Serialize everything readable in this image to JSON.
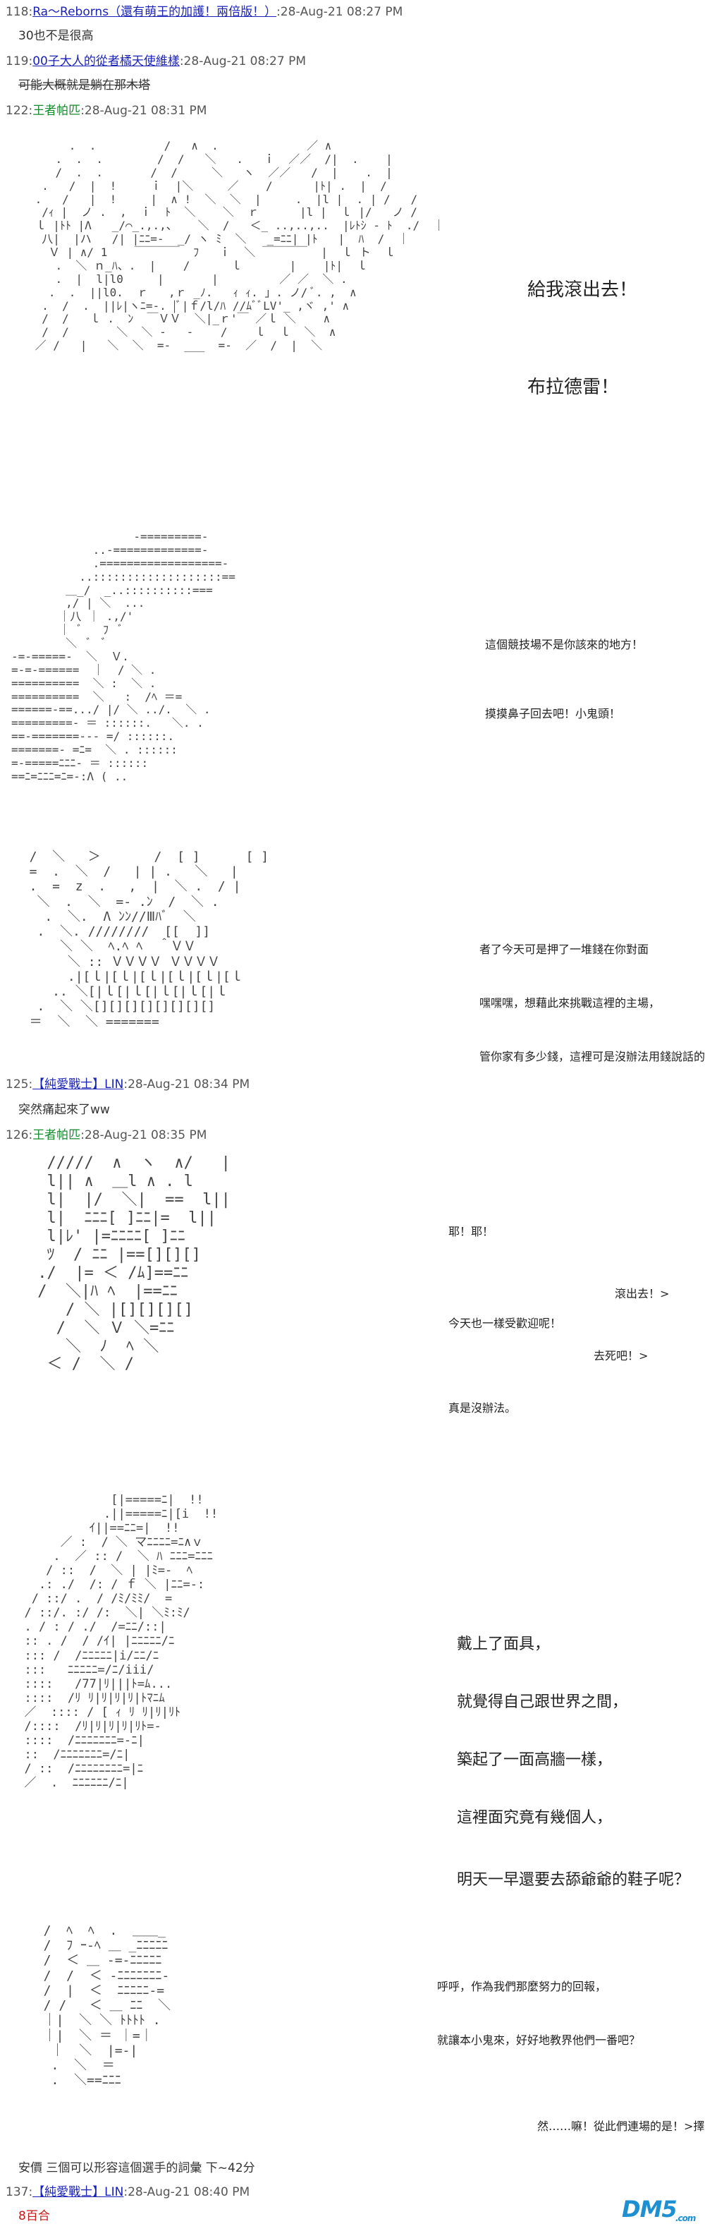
{
  "posts": [
    {
      "num": "118:",
      "user": "Ra～Reborns（還有萌王的加護！兩倍版！）",
      "ts": ":28-Aug-21 08:27 PM",
      "body": "30也不是很高"
    },
    {
      "num": "119:",
      "user": "00子大人的從者橘天使維樣",
      "ts": ":28-Aug-21 08:27 PM",
      "body": "可能大概就是躺在那木塔"
    },
    {
      "num": "122:",
      "user": "王者帕匹",
      "ts": ":28-Aug-21 08:31 PM"
    },
    {
      "num": "125:",
      "user": "【純愛戰士】LIN",
      "ts": ":28-Aug-21 08:34 PM",
      "body": "突然痛起來了ww"
    },
    {
      "num": "126:",
      "user": "王者帕匹",
      "ts": ":28-Aug-21 08:35 PM"
    },
    {
      "num": "137:",
      "user": "【純愛戰士】LIN",
      "ts": ":28-Aug-21 08:40 PM",
      "body": "8百合"
    }
  ],
  "interlude": "安價 三個可以形容這個選手的詞彙 下~42分",
  "dialogue": {
    "a1": "給我滾出去！",
    "a2": "布拉德雷！",
    "b1": "這個競技場不是你該來的地方！",
    "b2": "摸摸鼻子回去吧！小鬼頭！",
    "c1": "者了今天可是押了一堆錢在你對面",
    "c2": "嘿嘿嘿，想藉此來挑戰這裡的主場，",
    "c3": "管你家有多少錢，這裡可是沒辦法用錢說話的喔？",
    "d1": "耶！耶！",
    "d2": "滾出去！>",
    "d3": "今天也一樣受歡迎呢！",
    "d4": "去死吧！>",
    "d5": "真是沒辦法。",
    "e1": "戴上了面具，",
    "e2": "就覺得自己跟世界之間，",
    "e3": "築起了一面高牆一樣，",
    "e4": "這裡面究竟有幾個人，",
    "e5": "明天一早還要去舔爺爺的鞋子呢？",
    "f1": "呼呼，作為我們那麼努力的回報，",
    "f2": "就讓本小鬼來，好好地教界他們一番吧？",
    "f3": "然……嘛！從此們連場的是！>擇子"
  },
  "aa": {
    "one": "      .  .          /   ∧  .             ／ ∧\n    .  .  .        /  /   ＼   .   ｉ  ／／  /|  .    |\n    /  .  .       /  /     ＼   ヽ  ／／   /  |    .  |\n  .   /  |  !     ｉ  |＼     ／    /      |ﾄ| .  |  /\n .   /   |  !     |  ∧ !  ＼  ＼  |     .  |l |  . | /   /\n  /ｨ |  ノ .  ,  ｉ  ﾄ  ＼    ＼  ｒ      |l |  ｌ |/   ノ /\n ｌ |ﾄﾄ |Λ   _/⌒_.,.,、   ＼  /   ＜_ ..,..,..  |ﾚﾄｼ - ﾄ  ./  ｜\n  八|  |ハ   /| |ﾆﾆ=-  _/ ヽ ﾐ  ＼   _=ﾆﾆ| |ﾄ   |  ﾊ  /  ｜\n   Ｖ | ∧/ 1    ￣￣￣￣  ﾌ   ｉ  ＼ ￣￣￣￣  |  ｌ ト  ｌ\n    .  ＼ ｎ_ﾊ、.  |    /      ｌ       |    |ﾄ|  ｌ\n    .  |  l|l0     |       |         ／ ／  ＼ .\n   .  .  ||l0.  ｒ   ,ｒ _ﾉ.   ｨ ｨ. 」. ノ/ ﾞ. ,  ∧\n  .  /  .  ||ﾚ|ヽﾆ=-. |ﾞ|ｆ/l/ﾊ //ﾑﾞﾞLV'_ ,ヾ ,' ∧\n  /  /   ｌ .  ﾝ  ￣ＶＶ  ＼|_ｒ'￣ ／ｌ ＼    ∧\n  /  /       ＼  ＼ -   -    /    ｌ  ｌ  ＼  ∧\n ／ /   |   ＼  ＼  =-  ___  =-  ／  /  |  ＼",
    "two": "                  -=========-\n            ..-=============-\n            .==================-\n          ..:::::::::::::::::::==\n        ＿_/  _..::::::::::===\n        ,/ | ＼  ...\n       ｜八 ｜ .,/'\n       ｜ ﾞ   ﾌ  ﾞ\n        ＼  ﾞ  ﾞ\n-=-=====-  ＼  Ｖ.\n=-=-======  ｜  / ＼ .\n==========  ＼ :  ＼ .\n==========  ＼   :  /ﾍ ＝=\n======-==.../ |/ ＼ ../.  ＼ .\n=========- ＝ ::::::.   ＼. .\n==-=======--- =/ ::::::.\n=======- =ﾆ=  ＼ . ::::::\n=-=====ﾆﾆﾆ- ＝ ::::::\n==ﾆ=ﾆﾆﾆ=ﾆ=-:Λ ( ..",
    "three": "  /  ＼   ＞       /  [ ]      [ ]\n  =  .  ＼  /   | | .   ＼   |\n  .  =  z  .   ,  |  ＼ .  / |\n   ＼  .  ＼  =- .ﾝ  /  ＼ .\n    .  ＼.  Λ ﾝﾝ//Ⅲﾊﾞ  ＼\n   .  ＼. ////////  [[  ]]\n      ＼ ＼  ﾍ.ﾍ ﾍ  ＾ＶＶ\n       ＼ :: ＶＶＶＶ ＶＶＶＶ\n       .|[ｌ|[ｌ|[ｌ|[ｌ|[ｌ|[ｌ\n     .. ＼[|ｌ[|ｌ[|ｌ[|ｌ[|ｌ\n   .  ＼ ＼[][][][][][][][]\n  ＝  ＼  ＼ =======",
    "four": "  /////  ∧  ヽ  ∧/   |\n  l|| ∧  ＿l ∧ . l\n  l|  |/  ＼|  ==  l||\n  l|  ﾆﾆﾆ[ ]ﾆﾆ|=  l||\n  l|ﾚ' |=ﾆﾆﾆﾆ[ ]ﾆﾆ\n  ﾂ  / ﾆﾆ |==[][][]\n ./  |= ＜ /ﾑ]==ﾆﾆ\n /  ＼|ﾊ ﾍ  |==ﾆﾆ\n    / ＼ |[][][][]\n   /  ＼ Ｖ ＼=ﾆﾆ\n    ＼  ﾉ  ﾍ ＼\n  ＜ /  ＼ /",
    "five": "              [|=====ﾆ|  !!\n             .||=====ﾆ|[i  !!\n           ｲ||==ﾆﾆ=|  !!\n       ／ :  / ＼ マﾆﾆﾆﾆ=ﾆ∧ｖ\n      .  ／ :: /  ＼ ﾊ ﾆﾆﾆ=ﾆﾆﾆ\n     / ::  /  ＼ | |ﾐ=-  ﾍ\n    .: ./  /: / ｆ ＼ |ﾆﾆ=-:\n   / ::/ .  / /ﾐ/ﾐﾐ/  =\n  / ::/. :/ /:  ＼| ＼ﾐ:ﾐ/\n  . / : / ./  /=ﾆﾆ/::|\n  :: . /  / /ｲ| |ﾆﾆﾆﾆﾆ/ﾆ\n  ::: /  /ﾆﾆﾆﾆﾆ|i/ﾆﾆ/ﾆ\n  :::   ﾆﾆﾆﾆﾆ=/ﾆ/iii/\n  ::::   /77|ﾘ|||ﾄ=ﾑ...\n  ::::  /ﾘ ﾘ|ﾘ|ﾘ|ﾘ|ﾄﾏﾆﾑ\n  ／  :::: / [ ｨ ﾘ ﾘ|ﾘ|ﾘﾄ\n  /::::  /ﾘ|ﾘ|ﾘ|ﾘ|ﾘﾄ=-\n  ::::  /ﾆﾆﾆﾆﾆﾆﾆ=-ﾆ|\n  ::  /ﾆﾆﾆﾆﾆﾆﾆ=/ﾆ|\n  / ::  /ﾆﾆﾆﾆﾆﾆﾆﾆ=|ﾆ\n  ／  .  ﾆﾆﾆﾆﾆﾆ/ﾆ|",
    "six": "  /  ﾍ  ﾍ  .  ＿＿_\n  /  ﾌ ｰ-ﾍ ＿ _ﾆﾆﾆﾆﾆ\n  /  ＜ ＿ -=-ﾆﾆﾆﾆﾆ\n  /  /  ＜ -ﾆﾆﾆﾆﾆﾆﾆ-\n  /  |  ＜  ﾆﾆﾆﾆﾆ-=\n  / /   ＜ ＿ ﾆﾆ  ＼\n  ｜|  ＼ ＼ ﾄﾄﾄﾄ .\n  ｜|  ＼ ＝ ｜=｜\n   ｜  ＼  |=-|\n   .  ＼  ＝\n   .  ＼==ﾆﾆﾆ"
  }
}
